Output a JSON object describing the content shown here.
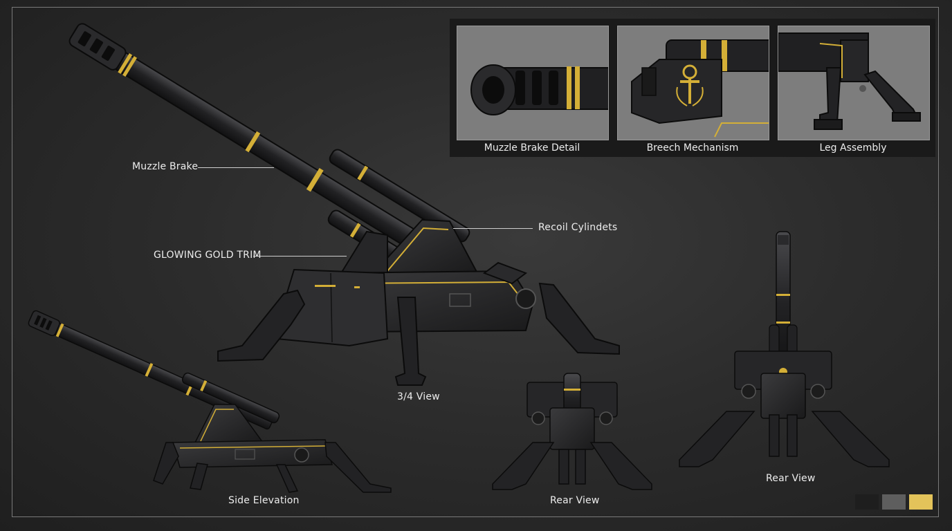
{
  "callouts": {
    "muzzle_brake": "Muzzle Brake",
    "recoil": "Recoil Cylindets",
    "gold_trim": "GLOWING GOLD TRIM"
  },
  "views": {
    "three_quarter": "3/4 View",
    "side": "Side Elevation",
    "rear_small": "Rear View",
    "rear_large": "Rear View"
  },
  "details": [
    {
      "label": "Muzzle Brake Detail"
    },
    {
      "label": "Breech Mechanism"
    },
    {
      "label": "Leg Assembly"
    }
  ],
  "palette": {
    "swatches": [
      "#1e1e1e",
      "#5e5e5e",
      "#e3c35a"
    ],
    "gold": "#d4af37",
    "body": "#1c1c1e"
  }
}
